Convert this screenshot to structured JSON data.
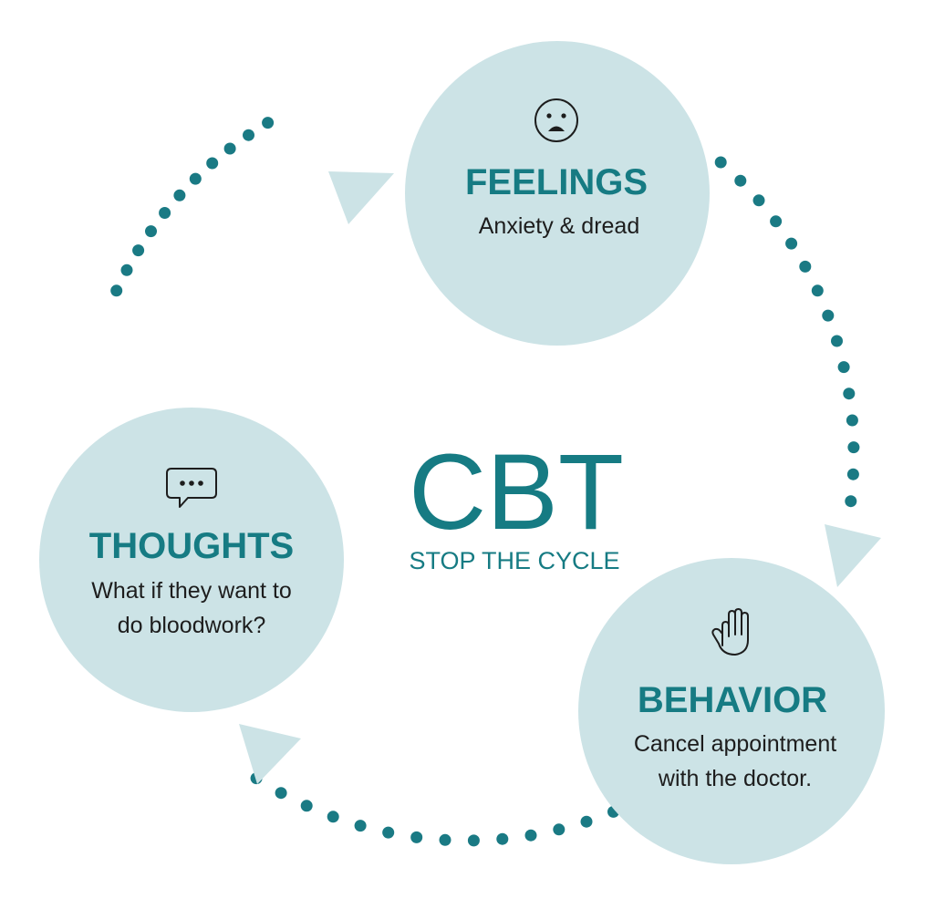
{
  "center": {
    "title": "CBT",
    "subtitle": "STOP THE CYCLE"
  },
  "nodes": [
    {
      "id": "feelings",
      "title": "FEELINGS",
      "lines": [
        "Anxiety & dread"
      ],
      "icon": "sad-face-icon"
    },
    {
      "id": "behavior",
      "title": "BEHAVIOR",
      "lines": [
        "Cancel appointment",
        "with the doctor."
      ],
      "icon": "hand-stop-icon"
    },
    {
      "id": "thoughts",
      "title": "THOUGHTS",
      "lines": [
        "What if they want to",
        "do bloodwork?"
      ],
      "icon": "speech-bubble-icon"
    }
  ],
  "colors": {
    "accent": "#167b83",
    "dots": "#1a7a84",
    "circle_fill": "#cce3e6",
    "text": "#1d1d1d"
  }
}
